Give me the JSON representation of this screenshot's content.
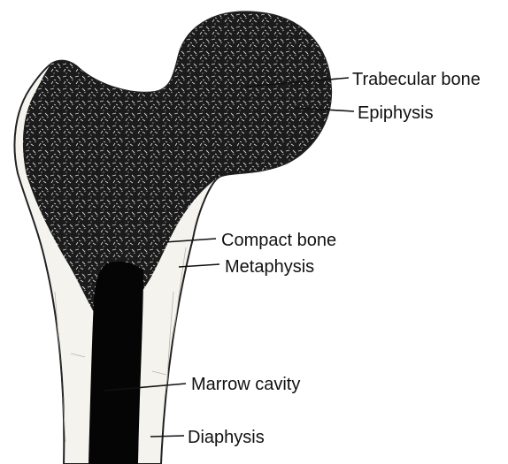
{
  "labels": {
    "trabecular_bone": "Trabecular bone",
    "epiphysis": "Epiphysis",
    "compact_bone": "Compact bone",
    "metaphysis": "Metaphysis",
    "marrow_cavity": "Marrow cavity",
    "diaphysis": "Diaphysis"
  },
  "colors": {
    "cortex": "#f5f3ee",
    "trabecular": "#1b1b1b",
    "marrow": "#050505",
    "outline": "#222222"
  }
}
